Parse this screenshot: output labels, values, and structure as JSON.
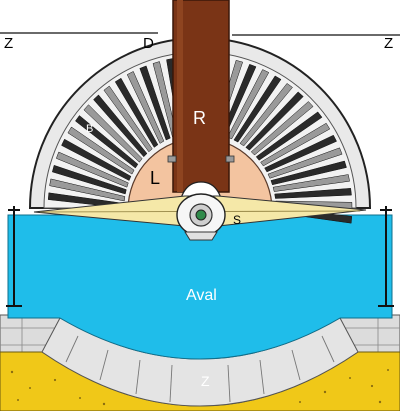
{
  "labels": {
    "z_left": "Z",
    "d_top": "D",
    "z_right": "Z",
    "r_rod": "R",
    "b_blade": "B",
    "l_hub": "L",
    "s_shaft": "S",
    "aval": "Aval",
    "z_bottom": "Z"
  },
  "colors": {
    "water": "#1fbdea",
    "hub": "#f3c4a0",
    "rod": "#7a3416",
    "beam": "#f5e8a8",
    "sand": "#f0c818",
    "stone": "#dcdcdc",
    "ink": "#111111"
  }
}
